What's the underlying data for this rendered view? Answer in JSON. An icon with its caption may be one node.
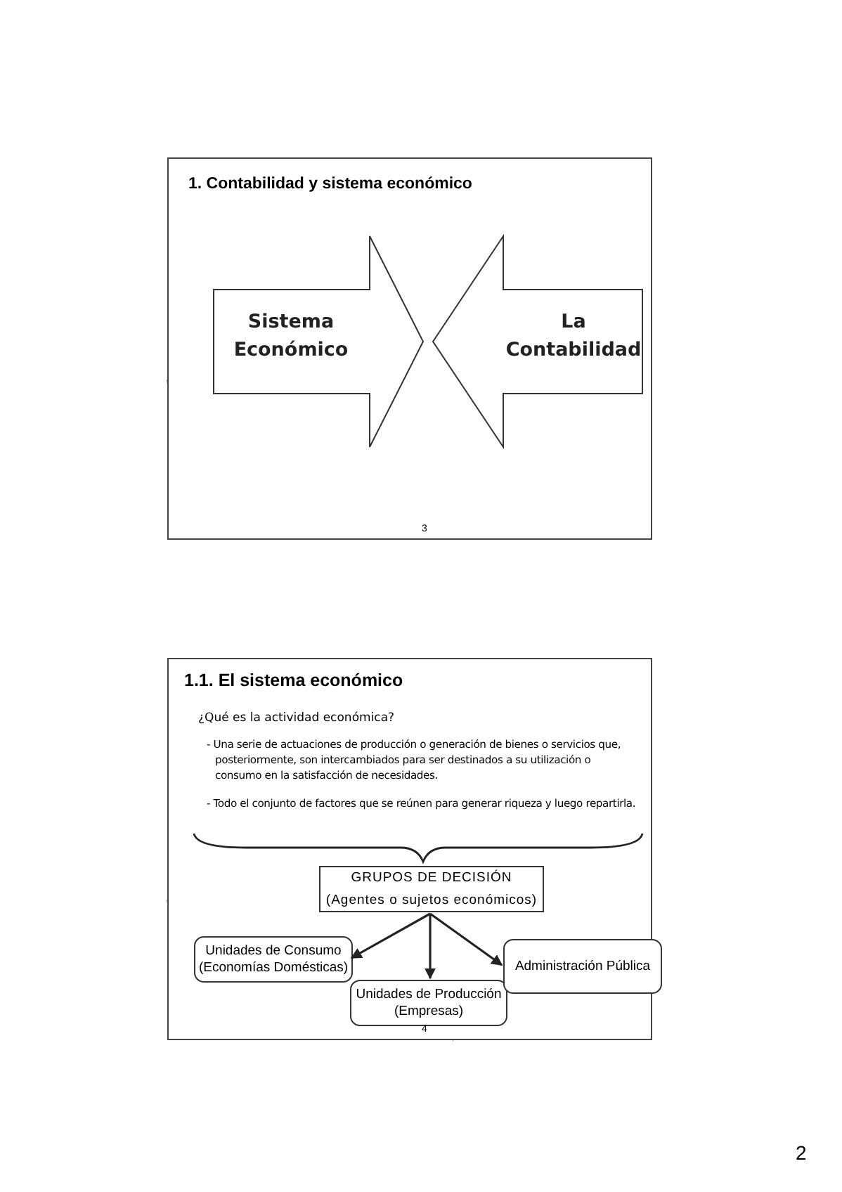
{
  "diagram": {
    "nodes": [
      {
        "text": [
          "1. Contabilidad y sistema económico"
        ]
      },
      {
        "text": [
          "Sistema Económico"
        ],
        "in": 0
      },
      {
        "text": [
          "La Contabilidad"
        ],
        "in": 0
      },
      {
        "text": [
          "1.1. El sistema económico",
          "¿Qué es la actividad económica?",
          "- Una serie de actuaciones de producción o generación de bienes o servicios que, posteriormente, son intercambiados para ser destinados a su utilización o consumo en la satisfacción de necesidades.",
          "- Todo el conjunto de factores que se reúnen para generar riqueza y luego repartirla."
        ]
      },
      {
        "text": [
          "GRUPOS DE DECISIÓN",
          "(Agentes o sujetos económicos)"
        ],
        "in": 3
      },
      {
        "text": [
          "Unidades de Consumo (Economías Domésticas)"
        ],
        "in": 3
      },
      {
        "text": [
          "Unidades de Producción (Empresas)"
        ],
        "in": 3
      },
      {
        "text": [
          "Administración Pública"
        ],
        "in": 3
      }
    ],
    "edges": [
      {
        "from": 4,
        "to": 5,
        "arrow": "to"
      },
      {
        "from": 4,
        "to": 6,
        "arrow": "to"
      },
      {
        "from": 4,
        "to": 7,
        "arrow": "to"
      }
    ],
    "labels": [
      "3",
      "4",
      "2"
    ]
  }
}
